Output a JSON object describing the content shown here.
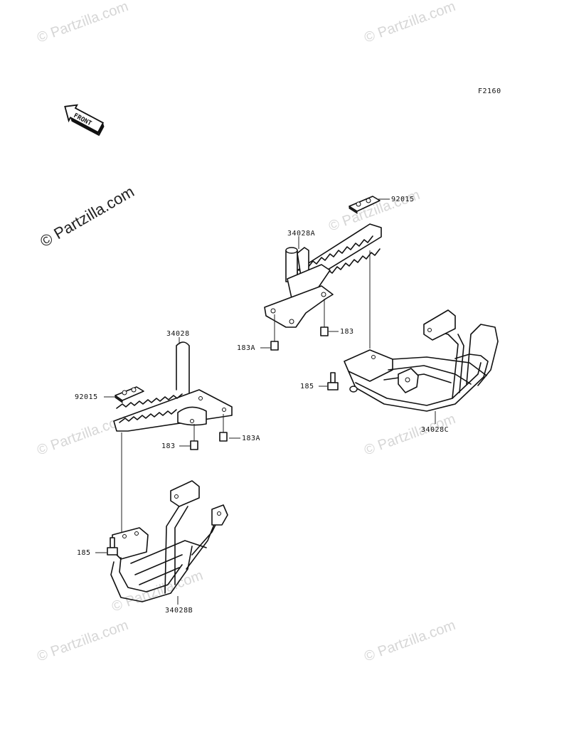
{
  "figure_code": "F2160",
  "front_arrow_text": "FRONT",
  "watermarks": {
    "main": "© Partzilla.com",
    "faint": "© Partzilla.com"
  },
  "labels": {
    "p34028A": "34028A",
    "p92015_top": "92015",
    "p183_right": "183",
    "p183A_left": "183A",
    "p185_right": "185",
    "p34028C": "34028C",
    "p34028": "34028",
    "p92015_left": "92015",
    "p183_left": "183",
    "p183A_right": "183A",
    "p185_left": "185",
    "p34028B": "34028B"
  }
}
